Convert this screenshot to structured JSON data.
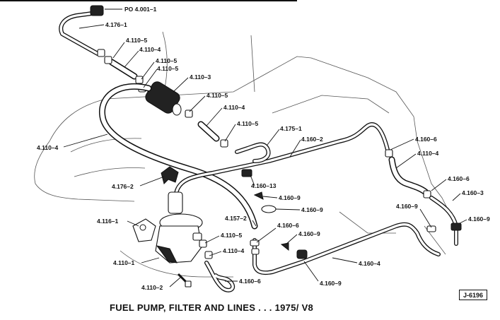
{
  "caption": "FUEL PUMP, FILTER AND LINES . . . 1975/ V8",
  "figure_ref": "J-6196",
  "callouts": {
    "po_4_001_1": "PO 4.001–1",
    "c_4_176_1": "4.176–1",
    "c_4_110_5_a": "4.110–5",
    "c_4_110_4_a": "4.110–4",
    "c_4_110_5_b": "4.110–5",
    "c_4_110_5_c": "4.110–5",
    "c_4_110_3": "4.110–3",
    "c_4_110_5_d": "4.110–5",
    "c_4_110_4_b": "4.110–4",
    "c_4_110_5_e": "4.110–5",
    "c_4_110_4_c": "4.110–4",
    "c_4_175_1": "4.175–1",
    "c_4_160_2": "4.160–2",
    "c_4_160_6_a": "4.160–6",
    "c_4_110_4_d": "4.110–4",
    "c_4_176_2": "4.176–2",
    "c_4_160_13": "4.160–13",
    "c_4_160_9_a": "4.160–9",
    "c_4_160_9_b": "4.160–9",
    "c_4_160_6_b": "4.160–6",
    "c_4_160_3": "4.160–3",
    "c_4_116_1": "4.116–1",
    "c_4_157_2": "4.157–2",
    "c_4_160_6_c": "4.160–6",
    "c_4_160_9_c": "4.160–9",
    "c_4_160_9_d": "4.160–9",
    "c_4_160_9_e": "4.160–9",
    "c_4_110_5_f": "4.110–5",
    "c_4_110_4_e": "4.110–4",
    "c_4_110_1": "4.110–1",
    "c_4_160_4": "4.160–4",
    "c_4_160_6_d": "4.160–6",
    "c_4_160_9_f": "4.160–9",
    "c_4_110_2": "4.110–2"
  }
}
